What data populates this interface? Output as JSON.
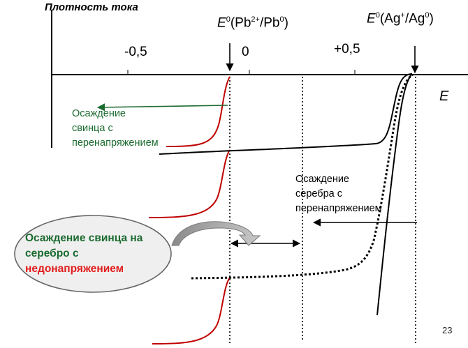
{
  "axis": {
    "current_density": "Плотность тока",
    "potential_symbol": "E",
    "ticks": [
      "-0,5",
      "0",
      "+0,5"
    ]
  },
  "potentials": {
    "lead": {
      "symbol": "E",
      "sup0": "0",
      "paren_open": "(Pb",
      "ion_charge": "2+",
      "slash": "/Pb",
      "metal_sup": "0",
      "paren_close": ")"
    },
    "silver": {
      "symbol": "E",
      "sup0": "0",
      "paren_open": "(Ag",
      "ion_charge": "+",
      "slash": "/Ag",
      "metal_sup": "0",
      "paren_close": ")"
    }
  },
  "labels": {
    "lead_overpotential": [
      "Осаждение",
      "свинца с",
      "перенапряжением"
    ],
    "silver_overpotential": [
      "Осаждение",
      "серебра с",
      "перенапряжением"
    ],
    "upd_part1": "Осаждение свинца на серебро с",
    "upd_part2": "недонапряжением"
  },
  "slide_number": "23",
  "colors": {
    "lead_curve": "#c00000",
    "green_text": "#1b6b2f",
    "upd_red": "#e21c1c",
    "oval_fill": "#efefef"
  }
}
